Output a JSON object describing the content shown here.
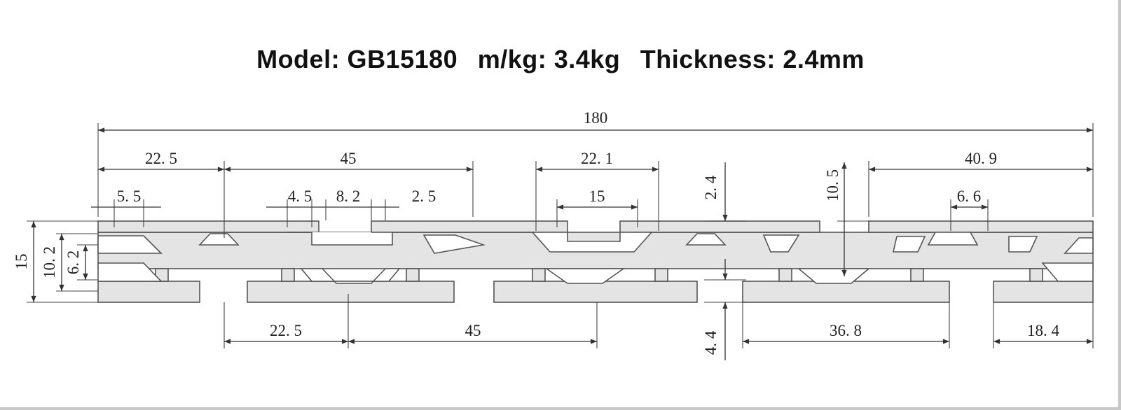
{
  "title": {
    "model": "Model: GB15180",
    "weight": "m/kg: 3.4kg",
    "thickness": "Thickness: 2.4mm"
  },
  "profile": {
    "fill_color": "#e4e4e4",
    "outline_color": "#555555"
  },
  "dimensions": {
    "overall_width": "180",
    "top_22_5": "22. 5",
    "top_45": "45",
    "top_22_1": "22. 1",
    "top_40_9": "40. 9",
    "slot_5_5": "5. 5",
    "slot_4_5": "4. 5",
    "slot_8_2": "8. 2",
    "slot_2_5": "2. 5",
    "slot_15": "15",
    "slot_6_6": "6. 6",
    "height_15": "15",
    "height_10_2": "10. 2",
    "height_6_2": "6. 2",
    "wall_2_4": "2. 4",
    "depth_10_5": "10. 5",
    "bottom_22_5": "22. 5",
    "bottom_45": "45",
    "bottom_4_4": "4. 4",
    "bottom_36_8": "36. 8",
    "bottom_18_4": "18. 4"
  }
}
